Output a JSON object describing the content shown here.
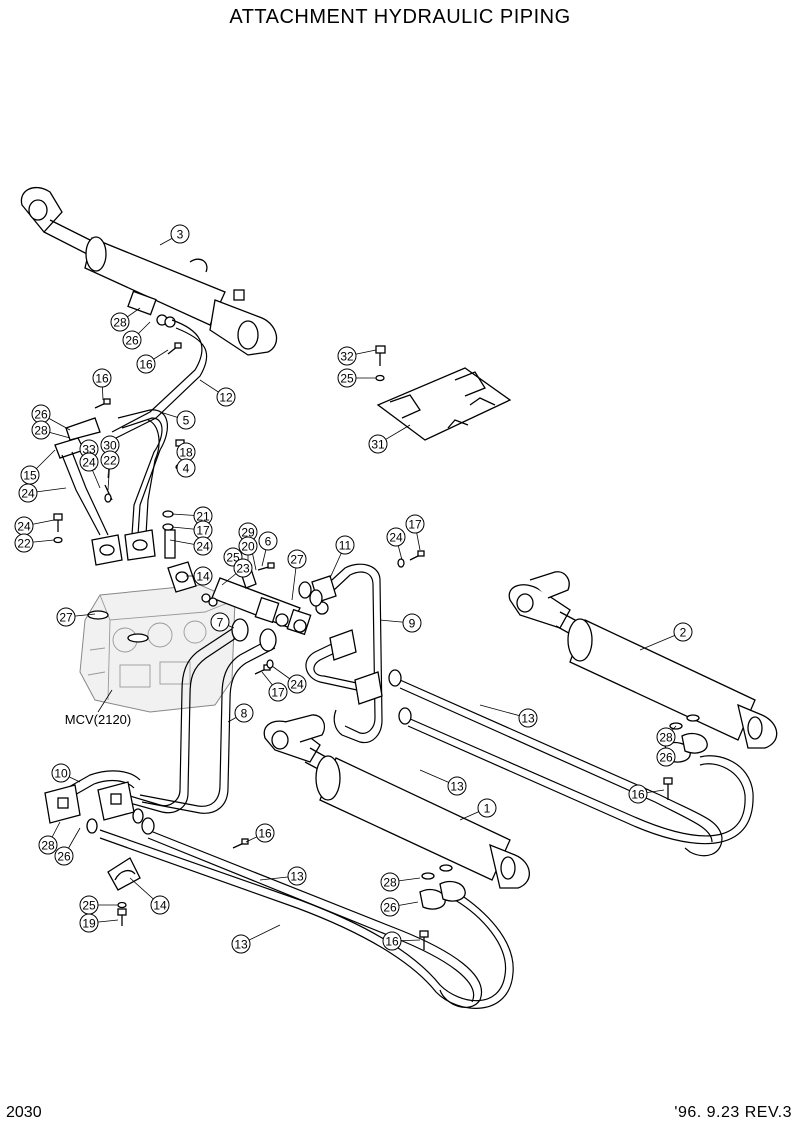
{
  "header": {
    "title": "ATTACHMENT HYDRAULIC PIPING"
  },
  "footer": {
    "page_number": "2030",
    "revision": "'96. 9.23  REV.3"
  },
  "diagram": {
    "valve_label": "MCV(2120)",
    "callouts": [
      "3",
      "28",
      "26",
      "16",
      "12",
      "32",
      "25",
      "31",
      "16",
      "26",
      "28",
      "5",
      "33",
      "30",
      "18",
      "24",
      "22",
      "4",
      "15",
      "24",
      "24",
      "22",
      "21",
      "17",
      "24",
      "14",
      "29",
      "20",
      "6",
      "25",
      "23",
      "27",
      "11",
      "24",
      "17",
      "9",
      "2",
      "27",
      "7",
      "17",
      "24",
      "8",
      "13",
      "28",
      "26",
      "16",
      "13",
      "1",
      "10",
      "16",
      "28",
      "26",
      "13",
      "28",
      "26",
      "25",
      "19",
      "14",
      "13",
      "16"
    ]
  }
}
